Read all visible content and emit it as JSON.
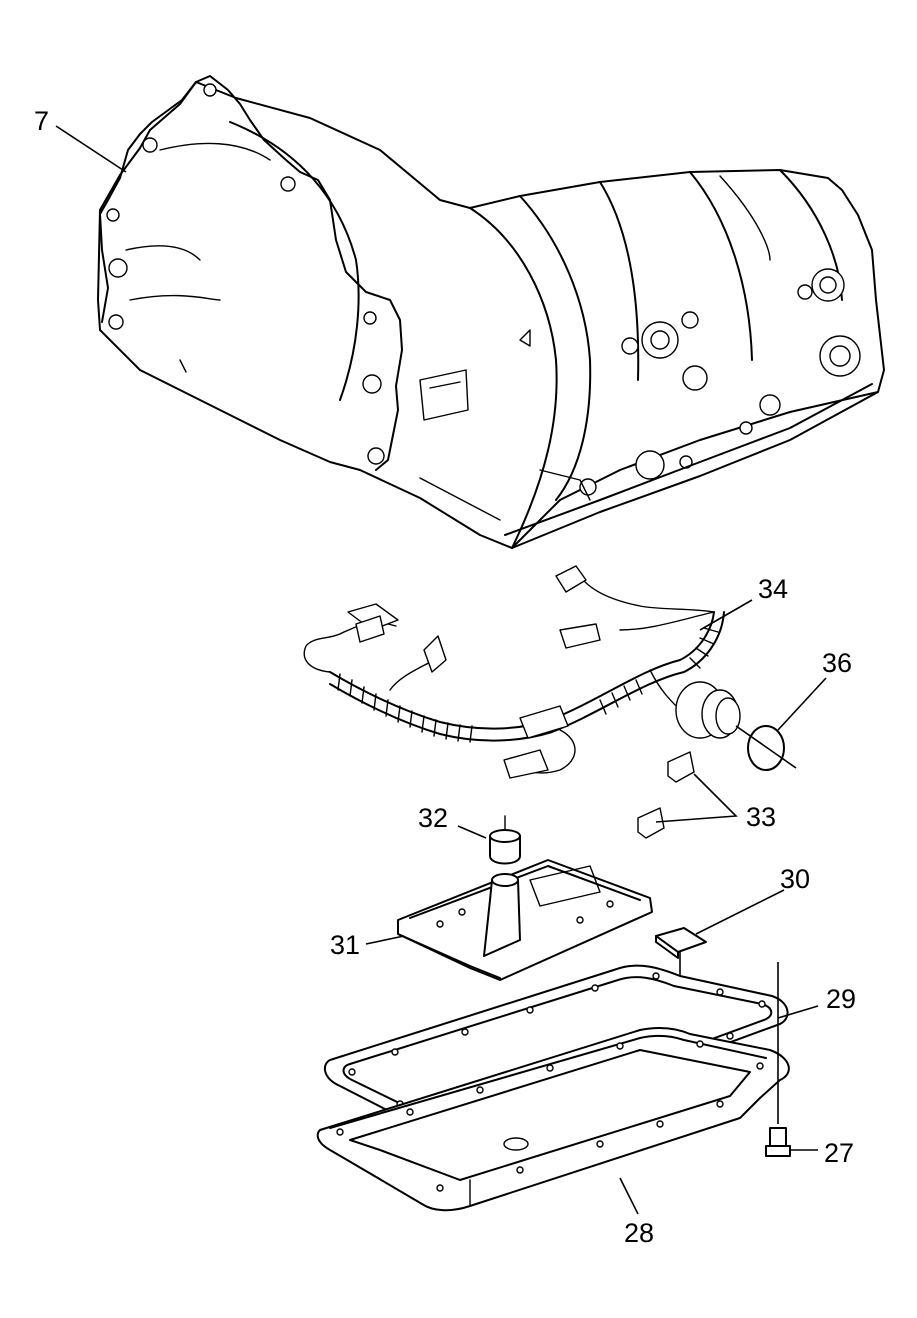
{
  "callouts": [
    {
      "id": "7",
      "label": "7",
      "part": "transmission-case"
    },
    {
      "id": "34",
      "label": "34",
      "part": "wiring-harness"
    },
    {
      "id": "36",
      "label": "36",
      "part": "o-ring-seal"
    },
    {
      "id": "32",
      "label": "32",
      "part": "filter-seal"
    },
    {
      "id": "33",
      "label": "33",
      "part": "harness-clips"
    },
    {
      "id": "30",
      "label": "30",
      "part": "magnet"
    },
    {
      "id": "31",
      "label": "31",
      "part": "fluid-filter"
    },
    {
      "id": "29",
      "label": "29",
      "part": "pan-gasket"
    },
    {
      "id": "27",
      "label": "27",
      "part": "pan-bolt"
    },
    {
      "id": "28",
      "label": "28",
      "part": "oil-pan"
    }
  ]
}
